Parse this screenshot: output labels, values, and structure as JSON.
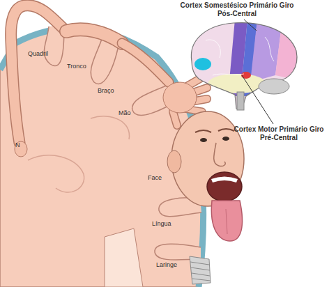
{
  "diagram": {
    "labels": [
      "Cortex Somestésico Primário Giro Pós-Central",
      "Cortex Motor Primário Giro Pré-Central",
      "Quadril",
      "Tronco",
      "Braço",
      "Mão",
      "N",
      "Face",
      "Língua",
      "Laringe"
    ]
  }
}
